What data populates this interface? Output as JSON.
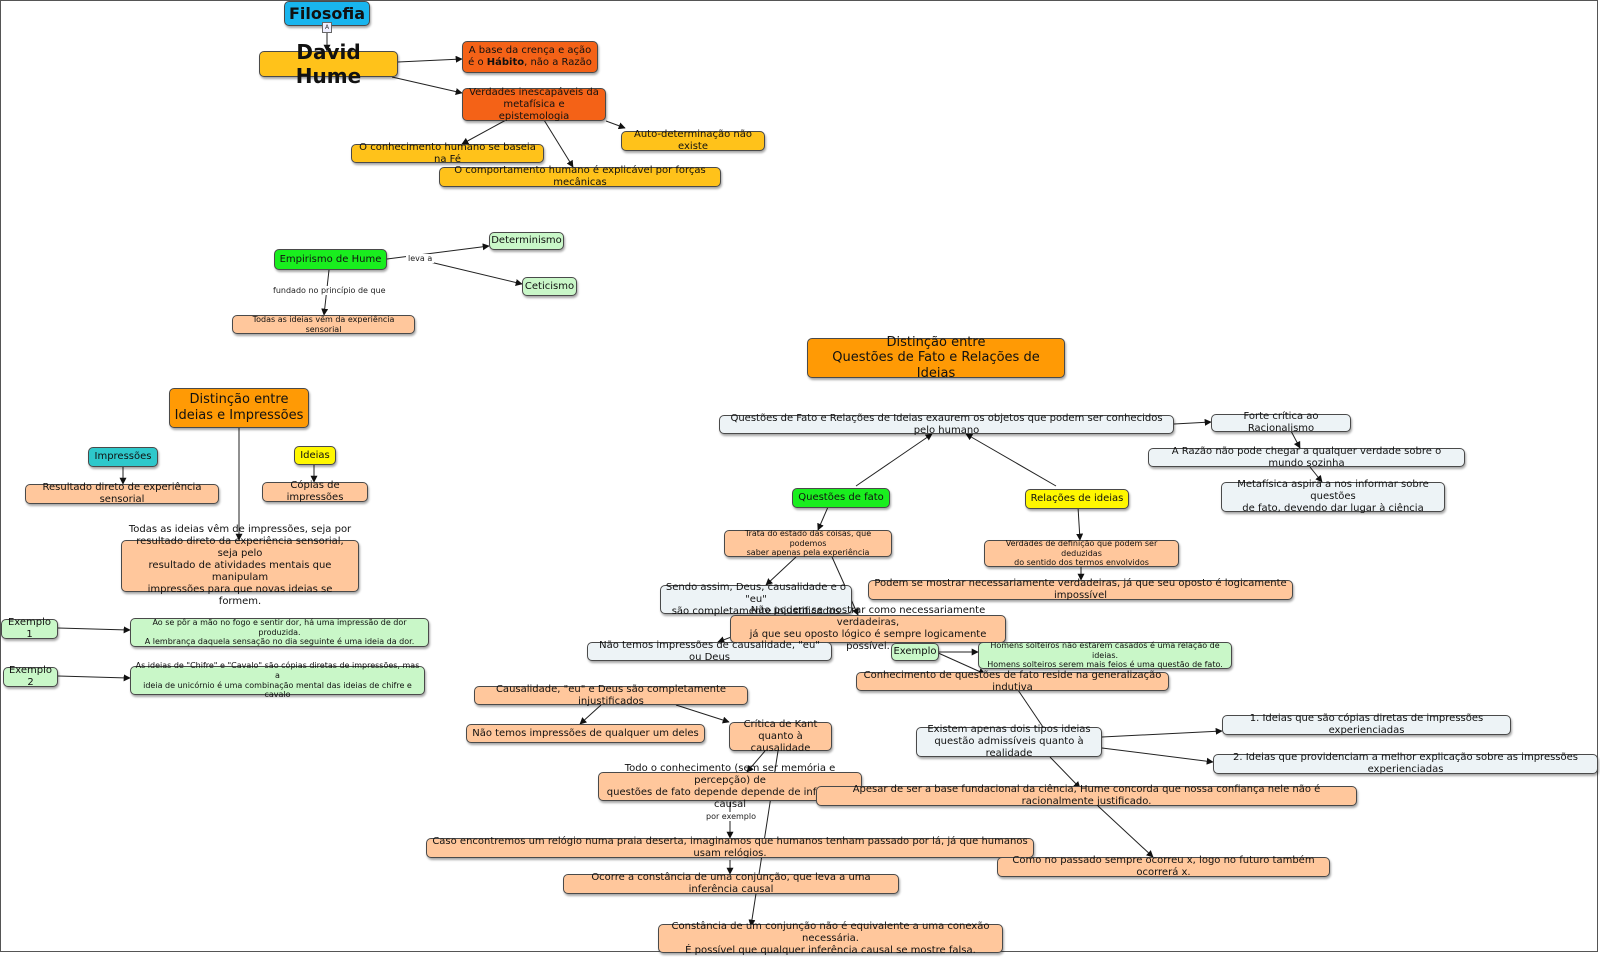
{
  "colors": {
    "blue": "#19b5ee",
    "yellow": "#ffc21a",
    "red_orange": "#f46217",
    "orange": "#ff9a05",
    "green": "#19ee1e",
    "light_green": "#c9f7c8",
    "peach": "#ffc79c",
    "teal": "#2ec8cb",
    "light_yellow": "#fff700",
    "gray": "#edf3f6"
  },
  "icons": {
    "resource": "document-icon"
  },
  "nodes": {
    "filosofia": "Filosofia",
    "hume": "David Hume",
    "habito_pre": "A base da crença e ação\né o ",
    "habito_bold": "Hábito",
    "habito_post": ", não a Razão",
    "verdades": "Verdades inescapáveis da\nmetafísica e epistemologia",
    "autodet": "Auto-determinação não existe",
    "conhec_fe": "O conhecimento humano se baseia na Fé",
    "comport": "O comportamento humano é explicável por forças mecânicas",
    "empirismo": "Empirismo de Hume",
    "determinismo": "Determinismo",
    "ceticismo": "Ceticismo",
    "todas_exp": "Todas as ideias vêm da experiência sensorial",
    "dist_ideias": "Distinção entre\nIdeias e Impressões",
    "impressoes": "Impressões",
    "ideias": "Ideias",
    "resultado_direto": "Resultado direto de experiência sensorial",
    "copias": "Cópias de impressões",
    "todas_impr": "Todas as ideias vêm de impressões, seja por\nresultado direto da experiência sensorial, seja pelo\nresultado de atividades mentais que manipulam\nimpressões para que novas ideias se formem.",
    "exemplo1": "Exemplo 1",
    "exemplo2": "Exemplo 2",
    "ex1_text": "Ao se pôr a mão no fogo e sentir dor, há uma impressão de dor produzida.\nA lembrança daquela sensação no dia seguinte é uma ideia da dor.",
    "ex2_text": "As ideias de \"Chifre\" e \"Cavalo\" são cópias diretas de impressões, mas a\nideia de unicórnio é uma combinação mental das ideias de chifre e cavalo",
    "dist_fato": "Distinção entre\nQuestões de Fato e Relações de Ideias",
    "exaurem": "Questões de Fato e Relações de Ideias exaurem os objetos que podem ser conhecidos pelo humano",
    "forte_critica": "Forte crítica ao Racionalismo",
    "razao": "A Razão não pode chegar a qualquer verdade sobre o mundo sozinha",
    "metafisica": "Metafísica aspira a nos informar sobre questões\nde fato, devendo dar lugar à ciência",
    "questoes_fato": "Questões de fato",
    "relacoes": "Relações de ideias",
    "trata": "Trata do estado das coisas, que podemos\nsaber apenas pela experiência",
    "verdades_def": "Verdades de definição que podem ser deduzidas\ndo sentido dos termos envolvidos",
    "podem_mostrar": "Podem se mostrar necessariamente verdadeiras, já que seu oposto é logicamente impossível",
    "sendo_assim": "Sendo assim, Deus, causalidade e o \"eu\"\nsão completamente injustificados",
    "nao_podem": "Não podem se mostrar como necessariamente verdadeiras,\njá que seu oposto lógico é sempre logicamente possível.",
    "nao_temos_caus": "Não temos impressões de causalidade, \"eu\" ou Deus",
    "exemplo3": "Exemplo",
    "solteiros": "Homens solteiros não estarem casados é uma relação de ideias.\nHomens solteiros serem mais feios é uma questão de fato.",
    "generalizacao": "Conhecimento de questões de fato reside na generalização indutiva",
    "causalidade_inj": "Causalidade, \"eu\" e Deus são completamente injustificados",
    "nao_temos_qual": "Não temos impressões de qualquer um deles",
    "kant": "Crítica de Kant\nquanto à causalidade",
    "dois_tipos": "Existem apenas dois tipos ideias\nquestão admissíveis quanto à realidade",
    "tipo1": "1. Ideias que são cópias diretas de impressões experienciadas",
    "tipo2": "2. Ideias que providenciam a melhor explicação sobre as impressões experienciadas",
    "todo_conhec": "Todo o conhecimento (sem ser memória e percepção) de\nquestões de fato depende depende de inferência causal",
    "apesar": "Apesar de ser a base fundacional da ciência, Hume concorda que nossa confiança nele não é racionalmente justificado.",
    "relogio": "Caso encontremos um relógio numa praia deserta, imaginamos que humanos tenham passado por lá, já que humanos usam relógios.",
    "como_passado": "Como no passado sempre ocorreu x, logo no futuro também ocorrerá x.",
    "constancia": "Ocorre a constância de uma conjunção, que leva a uma inferência causal",
    "constancia_nao": "Constância de um conjunção não é equivalente a uma conexão necessária.\nÉ possível que qualquer inferência causal se mostre falsa."
  },
  "link_labels": {
    "leva_a": "leva a",
    "fundado": "fundado no princípio de que",
    "por_exemplo": "por exemplo"
  }
}
